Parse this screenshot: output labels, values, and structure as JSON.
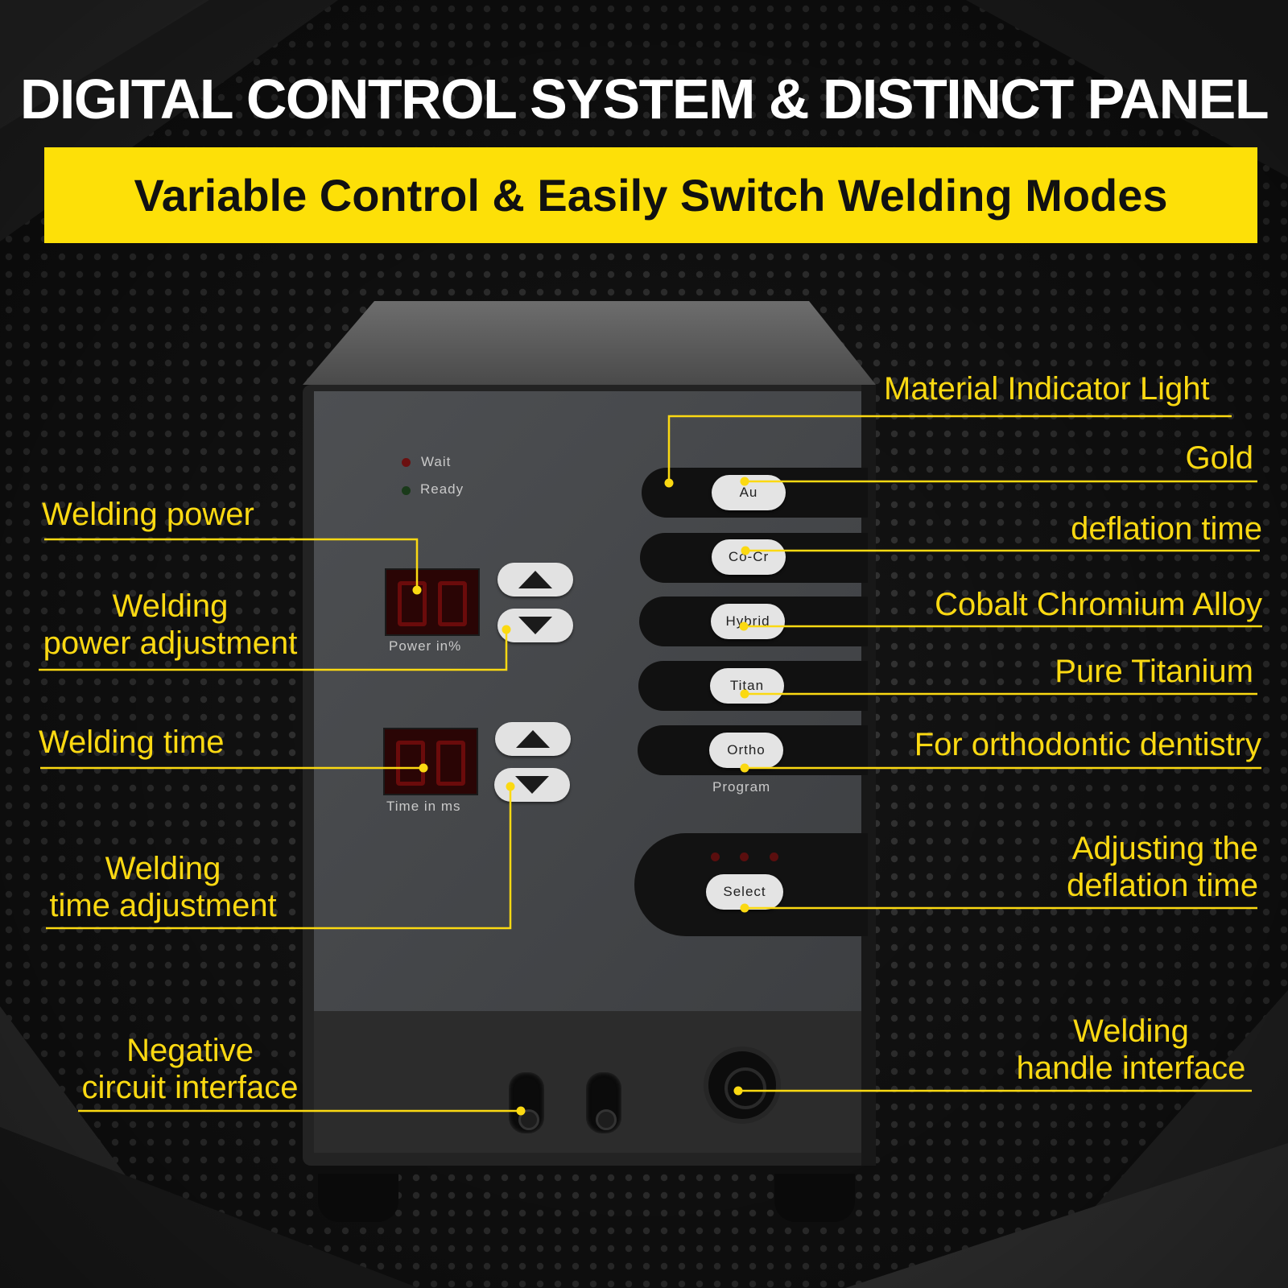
{
  "headline": "DIGITAL CONTROL SYSTEM & DISTINCT PANEL",
  "banner": "Variable Control & Easily Switch Welding Modes",
  "accent_color": "#fde008",
  "panel": {
    "status_wait": "Wait",
    "status_ready": "Ready",
    "power_display_label": "Power  in%",
    "time_display_label": "Time  in  ms",
    "buttons": [
      "Au",
      "Co-Cr",
      "Hybrid",
      "Titan",
      "Ortho"
    ],
    "program_label": "Program",
    "select_label": "Select"
  },
  "callouts": {
    "welding_power": "Welding power",
    "power_adj_line1": "Welding",
    "power_adj_line2": "power adjustment",
    "welding_time": "Welding time",
    "time_adj_line1": "Welding",
    "time_adj_line2": "time adjustment",
    "negative_line1": "Negative",
    "negative_line2": "circuit interface",
    "material_indicator": "Material Indicator Light",
    "gold": "Gold",
    "deflation_time": "deflation time",
    "cobalt": "Cobalt Chromium Alloy",
    "titanium": "Pure Titanium",
    "ortho": "For orthodontic dentistry",
    "adjusting_line1": "Adjusting the",
    "adjusting_line2": "deflation time",
    "handle_line1": "Welding",
    "handle_line2": "handle interface"
  }
}
